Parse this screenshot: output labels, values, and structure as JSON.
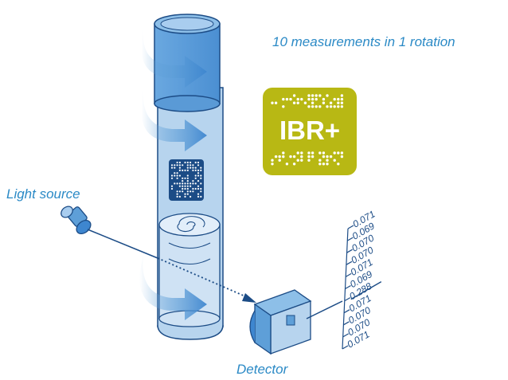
{
  "caption": "10 measurements in 1 rotation",
  "labels": {
    "light_source": "Light source",
    "detector": "Detector"
  },
  "logo": {
    "text": "IBR+",
    "color": "#b8b814"
  },
  "readings": [
    "0.071",
    "0.069",
    "0.070",
    "0.070",
    "0.071",
    "0.069",
    "0.288",
    "0.071",
    "0.070",
    "0.070",
    "0.071"
  ],
  "outlier_index": 6,
  "colors": {
    "accent": "#2b8ac6",
    "outline": "#1c4c86",
    "tube_fill": "#b7d4ee",
    "arrow": "#5e9fd8"
  }
}
